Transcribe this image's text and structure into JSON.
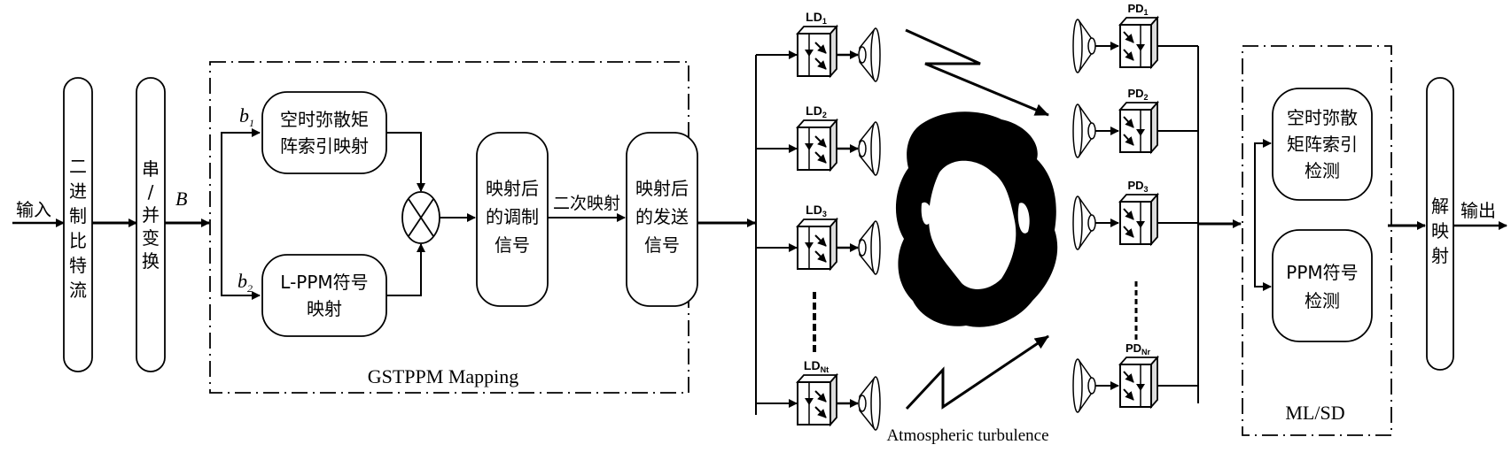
{
  "input_label": "输入",
  "output_label": "输出",
  "blocks": {
    "binary_stream": "二进制比特流",
    "sp_convert": "串/并变换",
    "st_index_map": [
      "空时弥散矩",
      "阵索引映射"
    ],
    "ppm_map": [
      "L-PPM符号",
      "映射"
    ],
    "mapped_mod": [
      "映射后",
      "的调制",
      "信号"
    ],
    "mapped_tx": [
      "映射后",
      "的发送",
      "信号"
    ],
    "st_index_det": [
      "空时弥散",
      "矩阵索引",
      "检测"
    ],
    "ppm_det": [
      "PPM符号",
      "检测"
    ],
    "demap": "解映射"
  },
  "signals": {
    "B": "B",
    "b1": "b",
    "b1_sub": "1",
    "b2": "b",
    "b2_sub": "2",
    "second_map": "二次映射"
  },
  "groups": {
    "mapping": "GSTPPM Mapping",
    "detection": "ML/SD"
  },
  "transmitters": [
    {
      "base": "LD",
      "sub": "1"
    },
    {
      "base": "LD",
      "sub": "2"
    },
    {
      "base": "LD",
      "sub": "3"
    },
    {
      "base": "LD",
      "sub": "Nt"
    }
  ],
  "receivers": [
    {
      "base": "PD",
      "sub": "1"
    },
    {
      "base": "PD",
      "sub": "2"
    },
    {
      "base": "PD",
      "sub": "3"
    },
    {
      "base": "PD",
      "sub": "Nr"
    }
  ],
  "channel_label": "Atmospheric turbulence"
}
